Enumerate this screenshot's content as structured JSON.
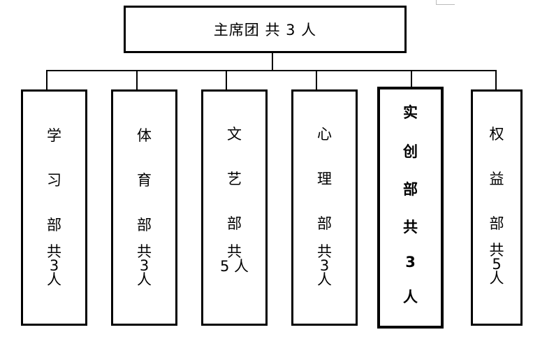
{
  "root": {
    "label": "主席团 共 3 人"
  },
  "departments": [
    {
      "name": "学部-xue",
      "lines": [
        "学",
        "习",
        "部",
        "共",
        "3",
        "人"
      ]
    },
    {
      "name": "tiyu",
      "lines": [
        "体",
        "育",
        "部",
        "共",
        "3",
        "人"
      ]
    },
    {
      "name": "wenyi",
      "lines": [
        "文",
        "艺",
        "部",
        "共",
        "5 人"
      ]
    },
    {
      "name": "xinli",
      "lines": [
        "心",
        "理",
        "部",
        "共",
        "3",
        "人"
      ]
    },
    {
      "name": "shijian",
      "lines": [
        "实",
        "创",
        "部",
        "共",
        "3",
        "人"
      ]
    },
    {
      "name": "quanyi",
      "lines": [
        "权",
        "益",
        "部",
        "共",
        "5",
        "人"
      ]
    }
  ]
}
